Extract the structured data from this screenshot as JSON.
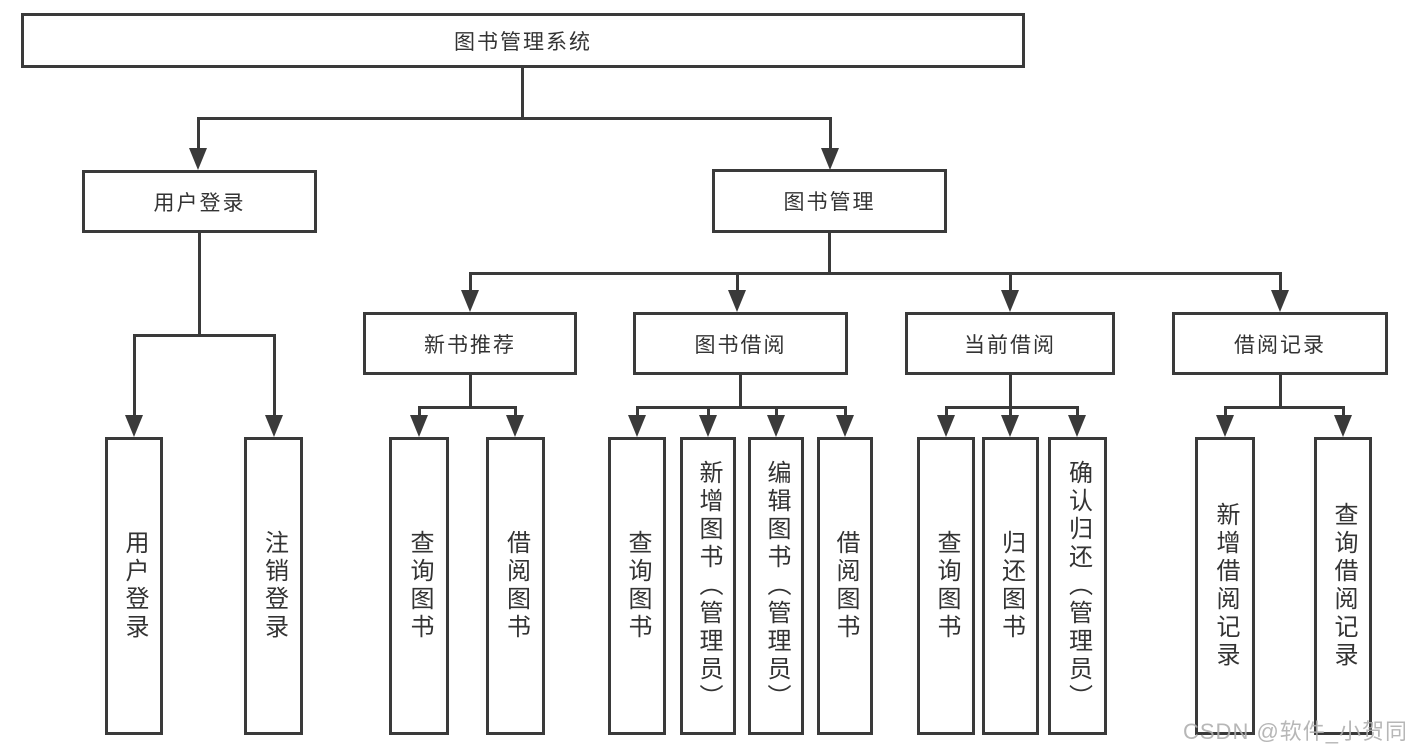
{
  "diagram": {
    "type": "tree",
    "orientation": "top-down",
    "tree": {
      "label": "图书管理系统",
      "children": [
        {
          "label": "用户登录",
          "children": [
            {
              "label": "用户登录"
            },
            {
              "label": "注销登录"
            }
          ]
        },
        {
          "label": "图书管理",
          "children": [
            {
              "label": "新书推荐",
              "children": [
                {
                  "label": "查询图书"
                },
                {
                  "label": "借阅图书"
                }
              ]
            },
            {
              "label": "图书借阅",
              "children": [
                {
                  "label": "查询图书"
                },
                {
                  "label": "新增图书（管理员）"
                },
                {
                  "label": "编辑图书（管理员）"
                },
                {
                  "label": "借阅图书"
                }
              ]
            },
            {
              "label": "当前借阅",
              "children": [
                {
                  "label": "查询图书"
                },
                {
                  "label": "归还图书"
                },
                {
                  "label": "确认归还（管理员）"
                }
              ]
            },
            {
              "label": "借阅记录",
              "children": [
                {
                  "label": "新增借阅记录"
                },
                {
                  "label": "查询借阅记录"
                }
              ]
            }
          ]
        }
      ]
    },
    "colors": {
      "line": "#3a3a3a",
      "text": "#333333",
      "background": "#ffffff",
      "watermark": "#afafaf"
    }
  },
  "watermark": {
    "text": "CSDN @软件_小贺同学"
  }
}
